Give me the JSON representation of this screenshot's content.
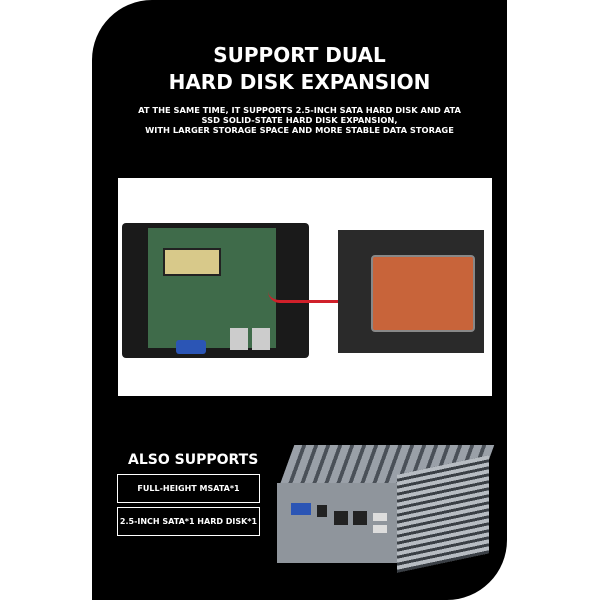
{
  "header": {
    "title_line1": "SUPPORT DUAL",
    "title_line2": "HARD DISK EXPANSION",
    "subtitle_line1": "AT THE SAME TIME, IT SUPPORTS 2.5-INCH SATA HARD DISK AND ATA",
    "subtitle_line2": "SSD SOLID-STATE HARD DISK EXPANSION,",
    "subtitle_line3": "WITH LARGER STORAGE SPACE AND MORE STABLE DATA STORAGE"
  },
  "also": {
    "heading": "ALSO SUPPORTS",
    "items": [
      "FULL-HEIGHT MSATA*1",
      "2.5-INCH SATA*1 HARD DISK*1"
    ]
  }
}
